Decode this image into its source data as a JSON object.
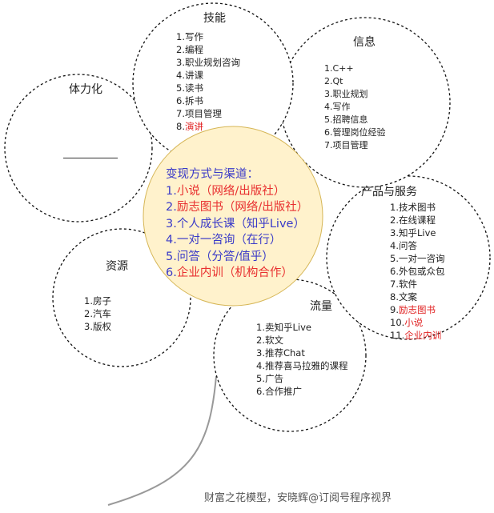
{
  "petals": {
    "skills": {
      "title": "技能",
      "items": [
        {
          "num": "1.",
          "text": "写作",
          "red": false
        },
        {
          "num": "2.",
          "text": "编程",
          "red": false
        },
        {
          "num": "3.",
          "text": "职业规划咨询",
          "red": false
        },
        {
          "num": "4.",
          "text": "讲课",
          "red": false
        },
        {
          "num": "5.",
          "text": "读书",
          "red": false
        },
        {
          "num": "6.",
          "text": "拆书",
          "red": false
        },
        {
          "num": "7.",
          "text": "项目管理",
          "red": false
        },
        {
          "num": "8.",
          "text": "演讲",
          "red": true
        }
      ]
    },
    "info": {
      "title": "信息",
      "items": [
        {
          "num": "1.",
          "text": "C++"
        },
        {
          "num": "2.",
          "text": "Qt"
        },
        {
          "num": "3.",
          "text": "职业规划"
        },
        {
          "num": "4.",
          "text": "写作"
        },
        {
          "num": "5.",
          "text": "招聘信息"
        },
        {
          "num": "6.",
          "text": "管理岗位经验"
        },
        {
          "num": "7.",
          "text": "项目管理"
        }
      ]
    },
    "stamina": {
      "title": "体力化"
    },
    "products": {
      "title": "产品与服务",
      "items": [
        {
          "num": "1.",
          "text": "技术图书",
          "red": false
        },
        {
          "num": "2.",
          "text": "在线课程",
          "red": false
        },
        {
          "num": "3.",
          "text": "知乎Live",
          "red": false
        },
        {
          "num": "4.",
          "text": "问答",
          "red": false
        },
        {
          "num": "5.",
          "text": "一对一咨询",
          "red": false
        },
        {
          "num": "6.",
          "text": "外包或众包",
          "red": false
        },
        {
          "num": "7.",
          "text": "软件",
          "red": false
        },
        {
          "num": "8.",
          "text": "文案",
          "red": false
        },
        {
          "num": "9.",
          "text": "励志图书",
          "red": true
        },
        {
          "num": "10.",
          "text": "小说",
          "red": true
        },
        {
          "num": "11.",
          "text": "企业内训",
          "red": true
        }
      ]
    },
    "resources": {
      "title": "资源",
      "items": [
        {
          "num": "1.",
          "text": "房子"
        },
        {
          "num": "2.",
          "text": "汽车"
        },
        {
          "num": "3.",
          "text": "版权"
        }
      ]
    },
    "traffic": {
      "title": "流量",
      "items": [
        {
          "num": "1.",
          "text": "卖知乎Live"
        },
        {
          "num": "2.",
          "text": "软文"
        },
        {
          "num": "3.",
          "text": "推荐Chat"
        },
        {
          "num": "4.",
          "text": "推荐喜马拉雅的课程"
        },
        {
          "num": "5.",
          "text": "广告"
        },
        {
          "num": "6.",
          "text": "合作推广"
        }
      ]
    }
  },
  "center": {
    "heading": "变现方式与渠道：",
    "items": [
      {
        "num": "1.",
        "text": "小说（网络/出版社）",
        "red": true
      },
      {
        "num": "2.",
        "text": "励志图书（网络/出版社）",
        "red": true
      },
      {
        "num": "3.",
        "text": "个人成长课（知乎Live）",
        "red": false
      },
      {
        "num": "4.",
        "text": "一对一咨询（在行）",
        "red": false
      },
      {
        "num": "5.",
        "text": "问答（分答/值乎）",
        "red": false
      },
      {
        "num": "6.",
        "text": "企业内训（机构合作）",
        "red": true
      }
    ]
  },
  "colors": {
    "center_fill": "#fff2cc",
    "center_stroke": "#d6b656",
    "accent_red": "#e02020",
    "center_text": "#3a3ac8"
  },
  "caption": "财富之花模型，安晓辉@订阅号程序视界"
}
